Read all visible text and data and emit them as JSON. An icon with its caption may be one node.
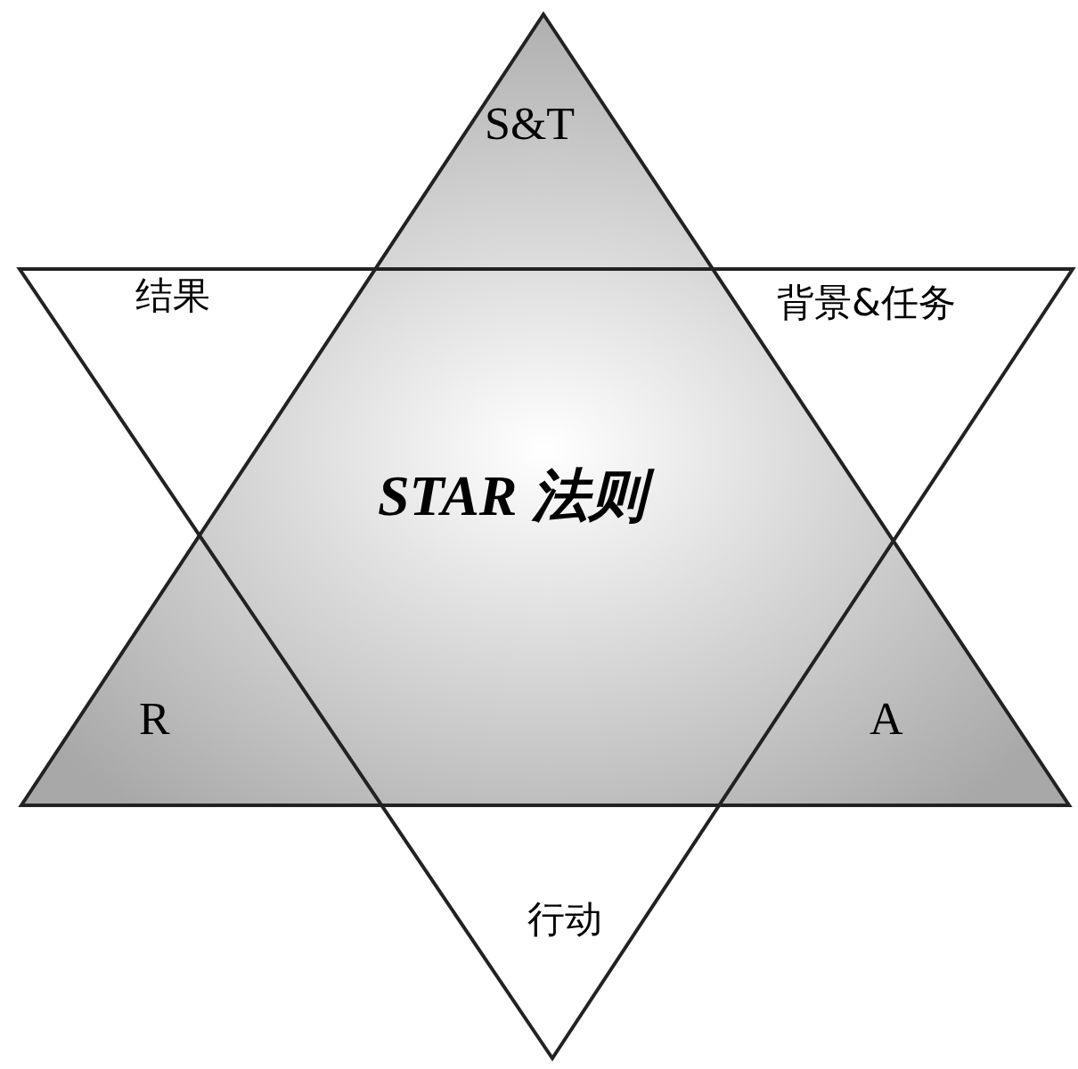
{
  "diagram": {
    "nodes": [
      {
        "text": [
          "S&T",
          "R",
          "A"
        ]
      },
      {
        "text": [
          "结果",
          "背景&任务",
          "行动"
        ]
      }
    ],
    "labels": [
      "STAR 法则"
    ]
  }
}
